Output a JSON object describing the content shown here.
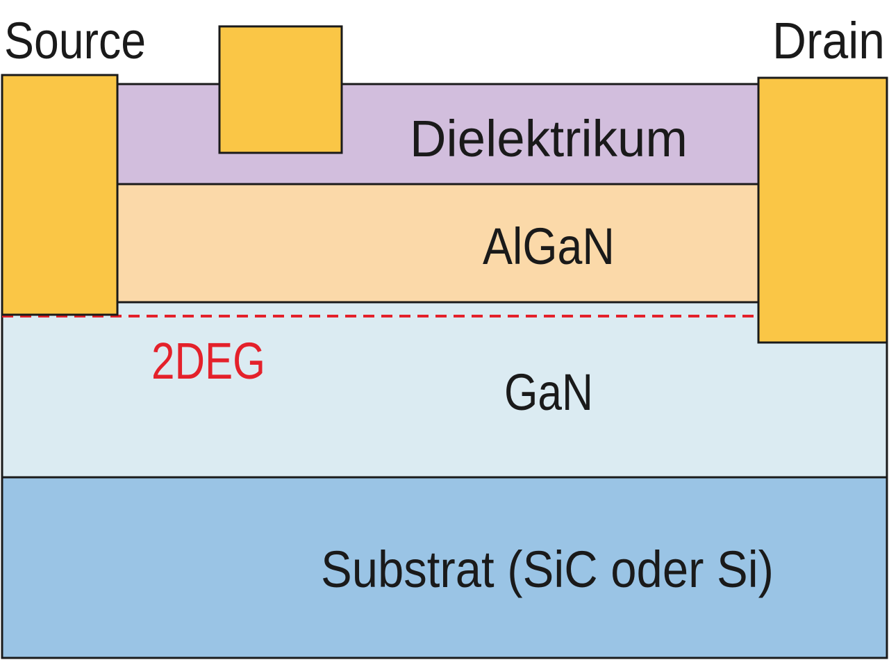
{
  "labels": {
    "source": "Source",
    "drain": "Drain",
    "dielectric": "Dielektrikum",
    "algan": "AlGaN",
    "twodeg": "2DEG",
    "gan": "GaN",
    "substrate": "Substrat (SiC oder Si)"
  },
  "colors": {
    "contact": "#FAC646",
    "dielectric": "#D2BEDD",
    "algan": "#FBD9A9",
    "gan": "#DBEBF2",
    "substrate": "#9AC4E5",
    "twodeg": "#E4212B",
    "outline": "#1a1a1a"
  }
}
